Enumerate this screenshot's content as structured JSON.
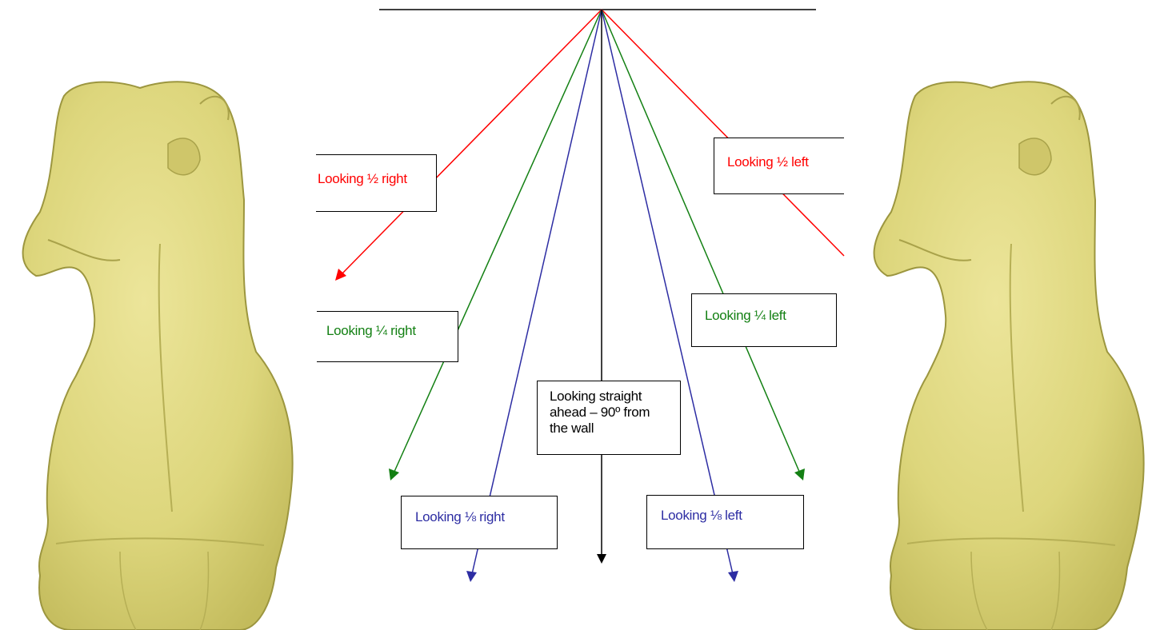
{
  "colors": {
    "half": "#ff0000",
    "quarter": "#138013",
    "eighth": "#2d2da3",
    "straight": "#000000",
    "figure_fill": "#ddd67c",
    "figure_shadow": "#b9b256",
    "figure_outline": "#8f8a3a"
  },
  "figures": [
    {
      "name": "goat-head-form-left",
      "description_icon": "goat-form-icon"
    },
    {
      "name": "goat-head-form-right",
      "description_icon": "goat-form-icon"
    }
  ],
  "directions": {
    "half_right": "Looking ½ right",
    "half_left": "Looking ½ left",
    "quarter_right": "Looking ¼ right",
    "quarter_left": "Looking ¼ left",
    "eighth_right": "Looking ⅛ right",
    "eighth_left": "Looking ⅛ left",
    "straight_line1": "Looking straight",
    "straight_line2": "ahead – 90º from",
    "straight_line3": "the wall"
  }
}
